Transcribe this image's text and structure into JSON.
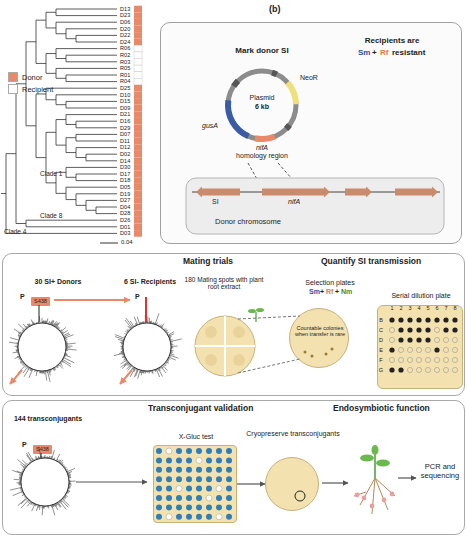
{
  "diagram": {
    "nodes": [
      {
        "text": [
          "(b)"
        ]
      },
      {
        "text": [
          "Mating trials",
          "Quantify SI transmission"
        ]
      },
      {
        "text": [
          "S438"
        ],
        "in": 1
      },
      {
        "text": [
          "Countable colonies when transfer is rare"
        ],
        "in": 1
      },
      {
        "text": [
          "Serial dilution plate"
        ],
        "in": 1
      },
      {
        "text": [
          "Transconjugant validation",
          "Endosymbiotic function"
        ]
      },
      {
        "text": [
          "S438"
        ],
        "in": 5
      },
      {
        "text": [
          "X-Gluc test"
        ],
        "in": 5
      },
      {
        "text": [
          "Cryopreserve transconjugants"
        ],
        "in": 5
      }
    ],
    "edges": [
      {
        "from": 7,
        "to": 8,
        "arrow": "to"
      }
    ],
    "labels": [
      "D13",
      "D23",
      "D06",
      "D20",
      "D22",
      "D24",
      "R06",
      "R02",
      "R03",
      "R05",
      "R01",
      "R04",
      "D25",
      "D10",
      "D15",
      "D09",
      "D21",
      "D16",
      "D29",
      "D07",
      "D11",
      "D12",
      "D02",
      "D14",
      "D30",
      "D17",
      "D18",
      "D05",
      "D19",
      "D27",
      "D04",
      "D28",
      "D26",
      "D01",
      "D03",
      "Clade 1",
      "Clade 8",
      "Clade 4",
      "0.04",
      "Mark donor SI",
      "Recipients are",
      "Sm",
      "+",
      "Rf",
      "resistant",
      "Plasmid",
      "6 kb",
      "NeoR",
      "gusA",
      "nifA",
      "homology region",
      "SI",
      "nifA",
      "Donor chromosome",
      "30 SI+ Donors",
      "6 SI- Recipients",
      "P",
      "P",
      "180 Mating spots with plant root extract",
      "Selection plates",
      "Sm",
      "+",
      "Rf",
      "+",
      "Nm",
      "1",
      "2",
      "3",
      "4",
      "5",
      "6",
      "7",
      "8",
      "B",
      "C",
      "D",
      "E",
      "F",
      "G",
      "144 transconjugants",
      "P",
      "PCR and sequencing"
    ],
    "legend": [
      {
        "text": "Donor",
        "color": "#e8896a"
      },
      {
        "text": "Recipient",
        "color": "#ffffff"
      }
    ]
  }
}
